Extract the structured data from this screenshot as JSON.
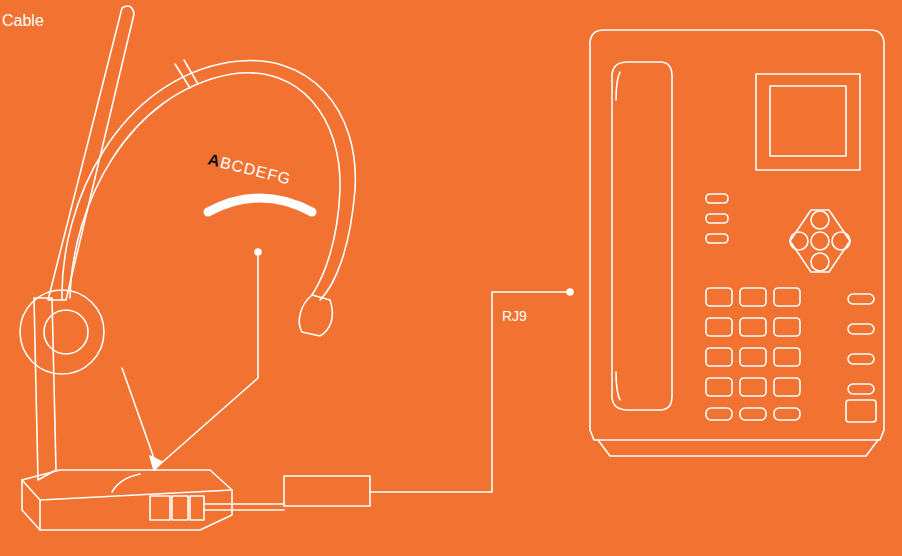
{
  "diagram": {
    "labels": [
      "Cable",
      "ABCDEFG",
      "RJ9"
    ]
  }
}
